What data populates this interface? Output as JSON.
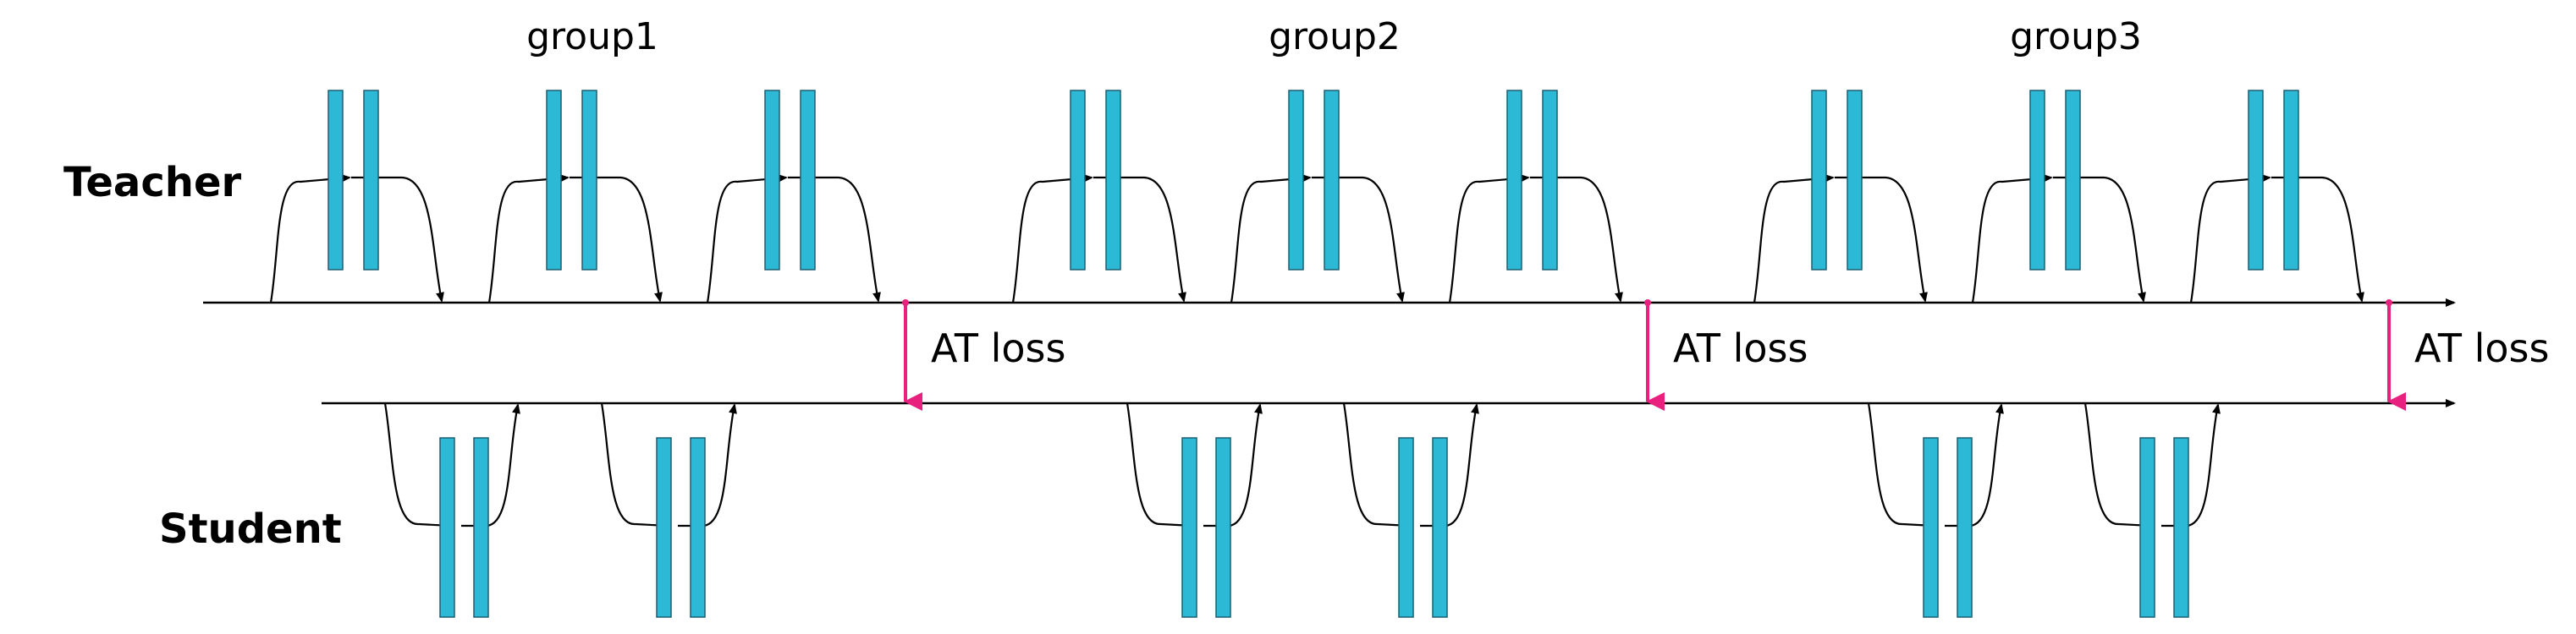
{
  "groups": [
    {
      "label": "group1",
      "teacher_blocks": 3,
      "student_blocks": 2
    },
    {
      "label": "group2",
      "teacher_blocks": 3,
      "student_blocks": 2
    },
    {
      "label": "group3",
      "teacher_blocks": 3,
      "student_blocks": 2
    }
  ],
  "roles": {
    "teacher": "Teacher",
    "student": "Student"
  },
  "loss_label": "AT loss",
  "colors": {
    "block": "#2bb9d6",
    "block_stroke": "#1f5f72",
    "loss": "#e8217f",
    "line": "#000000"
  }
}
